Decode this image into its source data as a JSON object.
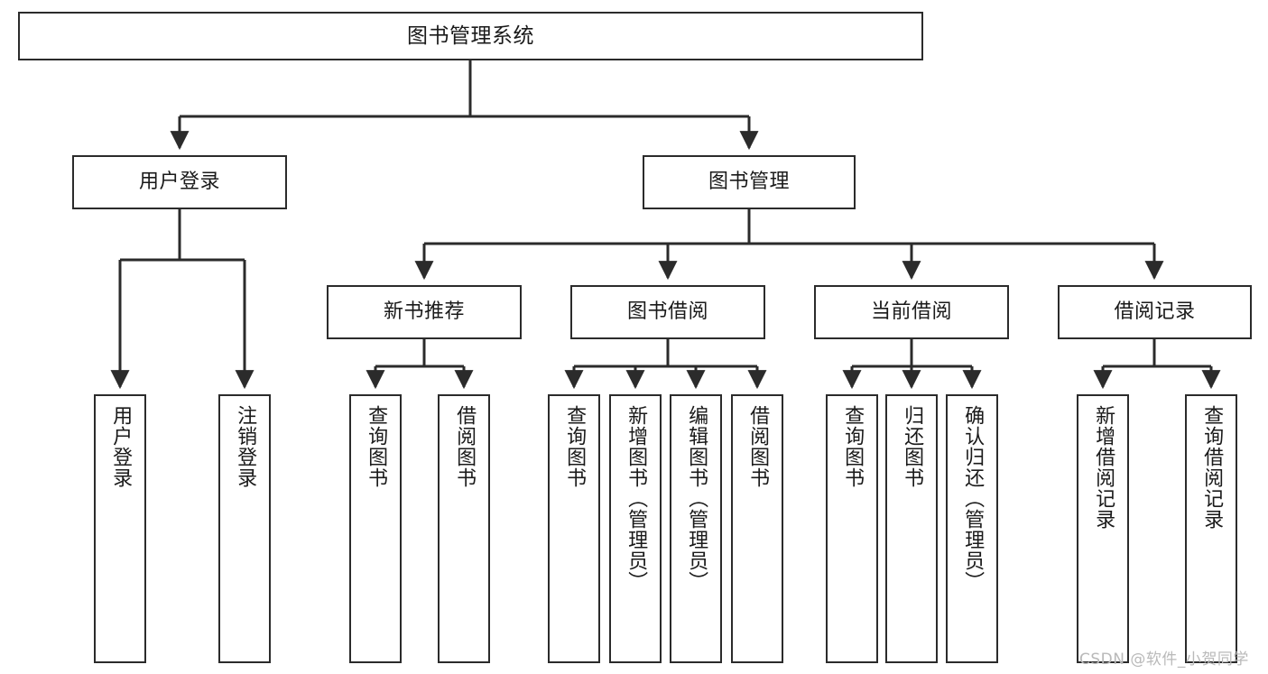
{
  "diagram": {
    "type": "tree",
    "title": "图书管理系统",
    "orientation": "top-down",
    "style": {
      "box_border_color": "#2b2b2b",
      "box_fill_color": "#ffffff",
      "line_color": "#2b2b2b",
      "text_color": "#1a1a1a",
      "background": "#ffffff"
    },
    "nodes": {
      "root": {
        "label": "图书管理系统",
        "level": 1
      },
      "user_login": {
        "label": "用户登录",
        "level": 2
      },
      "book_manage": {
        "label": "图书管理",
        "level": 2
      },
      "new_book_rec": {
        "label": "新书推荐",
        "level": 3
      },
      "book_borrow": {
        "label": "图书借阅",
        "level": 3
      },
      "current_borrow": {
        "label": "当前借阅",
        "level": 3
      },
      "borrow_record": {
        "label": "借阅记录",
        "level": 3
      },
      "leaf_user_login": {
        "label": "用户登录",
        "level": 3
      },
      "leaf_logout": {
        "label": "注销登录",
        "level": 3
      },
      "leaf_query_book_1": {
        "label": "查询图书",
        "level": 4
      },
      "leaf_borrow_book_1": {
        "label": "借阅图书",
        "level": 4
      },
      "leaf_query_book_2": {
        "label": "查询图书",
        "level": 4
      },
      "leaf_add_book": {
        "label": "新增图书（管理员）",
        "level": 4
      },
      "leaf_edit_book": {
        "label": "编辑图书（管理员）",
        "level": 4
      },
      "leaf_borrow_book_2": {
        "label": "借阅图书",
        "level": 4
      },
      "leaf_query_book_3": {
        "label": "查询图书",
        "level": 4
      },
      "leaf_return_book": {
        "label": "归还图书",
        "level": 4
      },
      "leaf_confirm_return": {
        "label": "确认归还（管理员）",
        "level": 4
      },
      "leaf_add_record": {
        "label": "新增借阅记录",
        "level": 4
      },
      "leaf_query_record": {
        "label": "查询借阅记录",
        "level": 4
      }
    },
    "edges": [
      {
        "from": "root",
        "to": "user_login"
      },
      {
        "from": "root",
        "to": "book_manage"
      },
      {
        "from": "user_login",
        "to": "leaf_user_login"
      },
      {
        "from": "user_login",
        "to": "leaf_logout"
      },
      {
        "from": "book_manage",
        "to": "new_book_rec"
      },
      {
        "from": "book_manage",
        "to": "book_borrow"
      },
      {
        "from": "book_manage",
        "to": "current_borrow"
      },
      {
        "from": "book_manage",
        "to": "borrow_record"
      },
      {
        "from": "new_book_rec",
        "to": "leaf_query_book_1"
      },
      {
        "from": "new_book_rec",
        "to": "leaf_borrow_book_1"
      },
      {
        "from": "book_borrow",
        "to": "leaf_query_book_2"
      },
      {
        "from": "book_borrow",
        "to": "leaf_add_book"
      },
      {
        "from": "book_borrow",
        "to": "leaf_edit_book"
      },
      {
        "from": "book_borrow",
        "to": "leaf_borrow_book_2"
      },
      {
        "from": "current_borrow",
        "to": "leaf_query_book_3"
      },
      {
        "from": "current_borrow",
        "to": "leaf_return_book"
      },
      {
        "from": "current_borrow",
        "to": "leaf_confirm_return"
      },
      {
        "from": "borrow_record",
        "to": "leaf_add_record"
      },
      {
        "from": "borrow_record",
        "to": "leaf_query_record"
      }
    ]
  },
  "watermark": {
    "text": "CSDN @软件_小贺同学"
  }
}
